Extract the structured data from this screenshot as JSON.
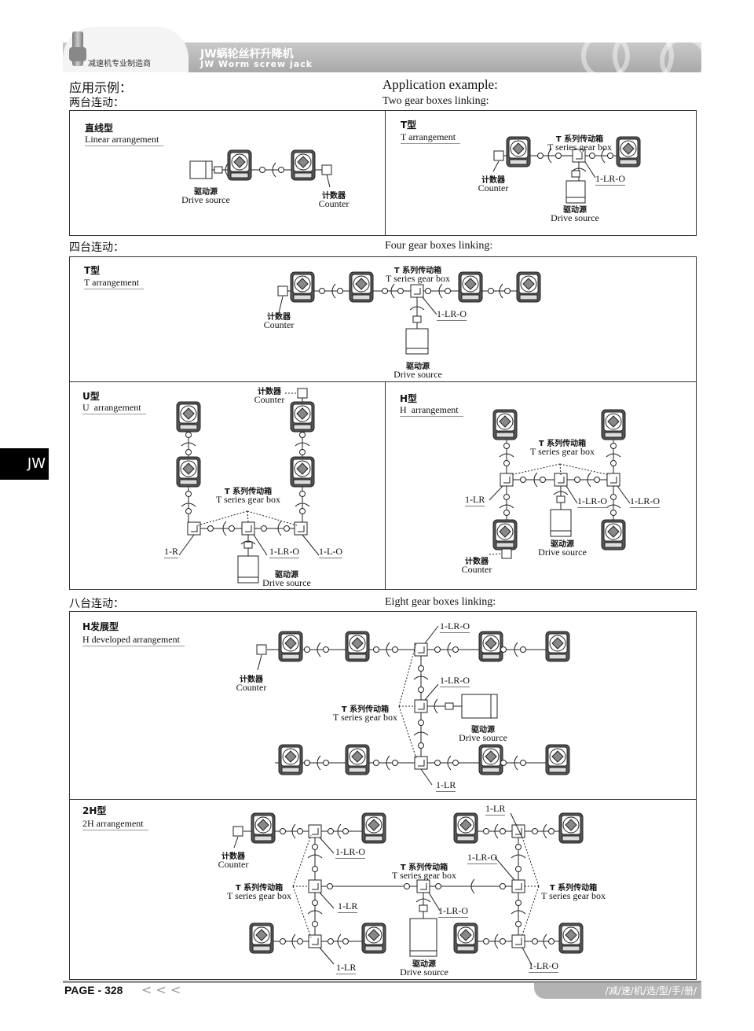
{
  "header": {
    "maker_tagline": "减速机专业制造商",
    "title_cn": "JW蜗轮丝杆升降机",
    "title_en": "JW Worm screw jack"
  },
  "side_tab": "JW",
  "heading": {
    "cn": "应用示例：",
    "en": "Application example:"
  },
  "sections": [
    {
      "cn": "两台连动：",
      "en": "Two gear boxes linking:"
    },
    {
      "cn": "四台连动：",
      "en": "Four gear boxes linking:"
    },
    {
      "cn": "八台连动：",
      "en": "Eight gear boxes linking:"
    }
  ],
  "labels": {
    "drive_cn": "驱动源",
    "drive_en": "Drive source",
    "counter_cn": "计数器",
    "counter_en": "Counter",
    "tbox_cn": "T 系列传动箱",
    "tbox_en": "T series gear box"
  },
  "panels": {
    "linear": {
      "cn": "直线型",
      "en": "Linear arrangement"
    },
    "t2": {
      "cn": "T型",
      "en": "T arrangement",
      "codes": [
        "1-LR-O"
      ]
    },
    "t4": {
      "cn": "T型",
      "en": "T arrangement",
      "codes": [
        "1-LR-O"
      ]
    },
    "u": {
      "cn": "U型",
      "en": "U  arrangement",
      "codes": [
        "1-R",
        "1-LR-O",
        "1-L-O"
      ]
    },
    "h": {
      "cn": "H型",
      "en": "H  arrangement",
      "codes": [
        "1-LR",
        "1-LR-O",
        "1-LR-O"
      ]
    },
    "hdev": {
      "cn": "H发展型",
      "en": "H developed arrangement",
      "codes": [
        "1-LR-O",
        "1-LR-O",
        "1-LR"
      ]
    },
    "h2": {
      "cn": "2H型",
      "en": "2H arrangement",
      "codes": [
        "1-LR-O",
        "1-LR",
        "1-LR",
        "1-LR",
        "1-LR-O",
        "1-LR-O",
        "1-LR-O"
      ]
    }
  },
  "footer": {
    "page": "PAGE - 328",
    "arrows": "< < <",
    "tag": "/减/速/机/选/型/手/册/"
  }
}
